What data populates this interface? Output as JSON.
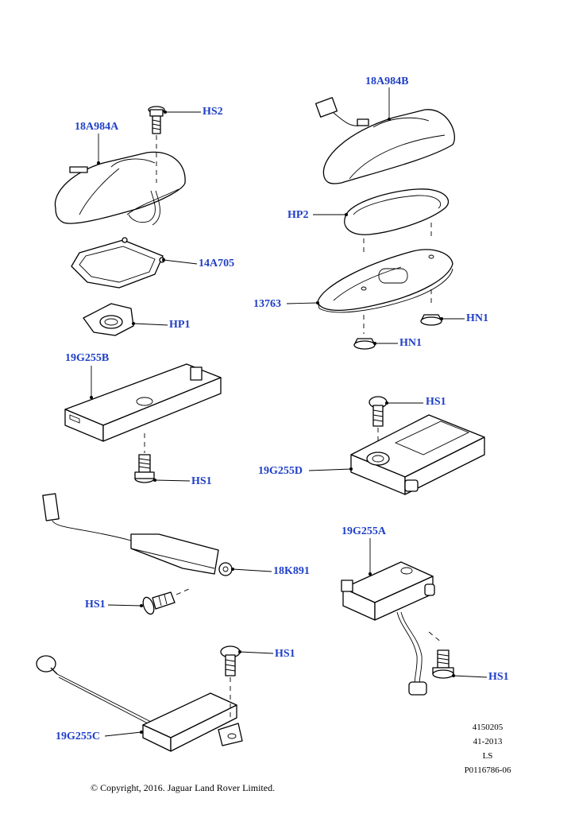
{
  "callouts": {
    "c_18A984A": "18A984A",
    "c_HS2": "HS2",
    "c_14A705": "14A705",
    "c_HP1": "HP1",
    "c_19G255B": "19G255B",
    "c_HS1_b": "HS1",
    "c_18K891": "18K891",
    "c_HS1_k": "HS1",
    "c_HS1_c": "HS1",
    "c_19G255C": "19G255C",
    "c_18A984B": "18A984B",
    "c_HP2": "HP2",
    "c_13763": "13763",
    "c_HN1_r": "HN1",
    "c_HN1_l": "HN1",
    "c_HS1_d": "HS1",
    "c_19G255D": "19G255D",
    "c_19G255A": "19G255A",
    "c_HS1_a": "HS1"
  },
  "meta": {
    "line1": "4150205",
    "line2": "41-2013",
    "line3": "LS",
    "line4": "P0116786-06"
  },
  "copyright": "© Copyright, 2016. Jaguar Land Rover Limited.",
  "colors": {
    "callout": "#1f3fc8",
    "line": "#000000"
  }
}
